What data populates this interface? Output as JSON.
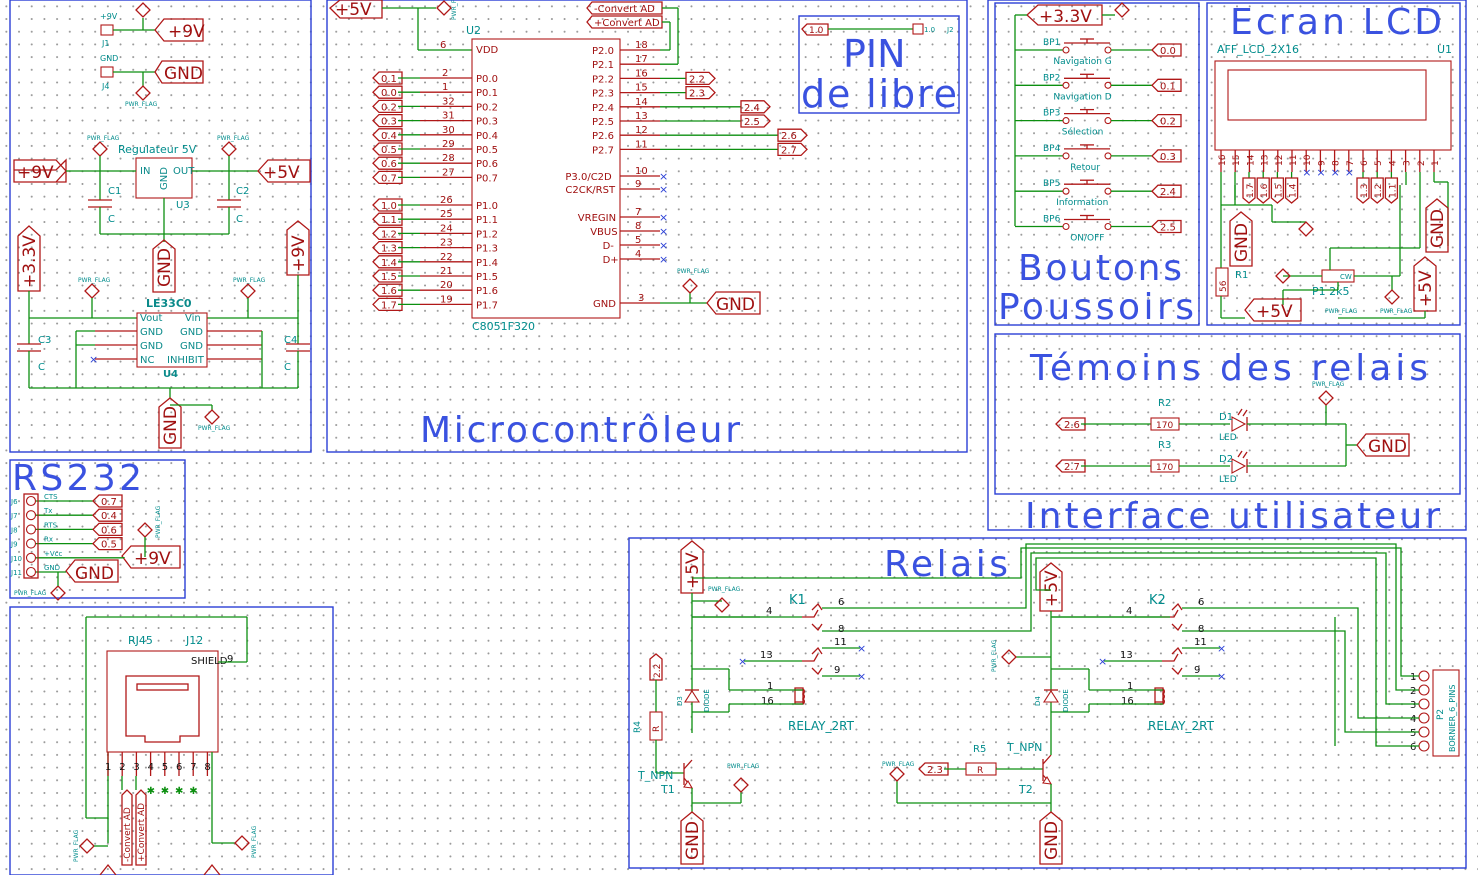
{
  "sections": {
    "alim": {},
    "micro": {
      "title": "Microcontrôleur"
    },
    "pin_libre": {
      "title1": "PIN",
      "title2": "de libre"
    },
    "boutons": {
      "title1": "Boutons",
      "title2": "Poussoirs"
    },
    "lcd": {
      "title": "Ecran LCD"
    },
    "temoins": {
      "title": "Témoins des relais"
    },
    "interface": {
      "title": "Interface utilisateur"
    },
    "rs232": {
      "title": "RS232"
    },
    "relais": {
      "title": "Relais"
    }
  },
  "power": {
    "p9v": "+9V",
    "p5v": "+5V",
    "p3v3": "+3.3V",
    "gnd": "GND",
    "pwr_flag": "PWR_FLAG",
    "j1": "J1",
    "j4": "J4",
    "j1_pin": "+9V",
    "j4_pin": "GND",
    "reg_title": "Regulateur 5V",
    "reg_in": "IN",
    "reg_out": "OUT",
    "reg_gnd": "GND",
    "u3": "U3",
    "c1": "C1",
    "c2": "C2",
    "c3": "C3",
    "c4": "C4",
    "c": "C",
    "le33": "LE33C0",
    "u4": "U4",
    "le_vout": "Vout",
    "le_vin": "Vin",
    "le_gnd": "GND",
    "le_nc": "NC",
    "le_inhibit": "INHIBIT"
  },
  "mcu": {
    "u2": "U2",
    "part": "C8051F320",
    "vdd": "VDD",
    "vdd_num": "6",
    "gnd_pin": "GND",
    "gnd_num": "3",
    "conv_minus": "-Convert AD",
    "conv_plus": "+Convert AD",
    "p0": [
      {
        "net": "0.1",
        "num": "2",
        "name": "P0.0"
      },
      {
        "net": "0.0",
        "num": "1",
        "name": "P0.1"
      },
      {
        "net": "0.2",
        "num": "32",
        "name": "P0.2"
      },
      {
        "net": "0.3",
        "num": "31",
        "name": "P0.3"
      },
      {
        "net": "0.4",
        "num": "30",
        "name": "P0.4"
      },
      {
        "net": "0.5",
        "num": "29",
        "name": "P0.5"
      },
      {
        "net": "0.6",
        "num": "28",
        "name": "P0.6"
      },
      {
        "net": "0.7",
        "num": "27",
        "name": "P0.7"
      }
    ],
    "p1": [
      {
        "net": "1.0",
        "num": "26",
        "name": "P1.0"
      },
      {
        "net": "1.1",
        "num": "25",
        "name": "P1.1"
      },
      {
        "net": "1.2",
        "num": "24",
        "name": "P1.2"
      },
      {
        "net": "1.3",
        "num": "23",
        "name": "P1.3"
      },
      {
        "net": "1.4",
        "num": "22",
        "name": "P1.4"
      },
      {
        "net": "1.5",
        "num": "21",
        "name": "P1.5"
      },
      {
        "net": "1.6",
        "num": "20",
        "name": "P1.6"
      },
      {
        "net": "1.7",
        "num": "19",
        "name": "P1.7"
      }
    ],
    "p2": [
      {
        "name": "P2.0",
        "num": "18",
        "net": ""
      },
      {
        "name": "P2.1",
        "num": "17",
        "net": ""
      },
      {
        "name": "P2.2",
        "num": "16",
        "net": "2.2"
      },
      {
        "name": "P2.3",
        "num": "15",
        "net": "2.3"
      },
      {
        "name": "P2.4",
        "num": "14",
        "net": "2.4"
      },
      {
        "name": "P2.5",
        "num": "13",
        "net": "2.5"
      },
      {
        "name": "P2.6",
        "num": "12",
        "net": "2.6"
      },
      {
        "name": "P2.7",
        "num": "11",
        "net": "2.7"
      }
    ],
    "misc": [
      {
        "name": "P3.0/C2D",
        "num": "10"
      },
      {
        "name": "C2CK/RST",
        "num": "9"
      },
      {
        "name": "VREGIN",
        "num": "7"
      },
      {
        "name": "VBUS",
        "num": "8"
      },
      {
        "name": "D-",
        "num": "5"
      },
      {
        "name": "D+",
        "num": "4"
      }
    ]
  },
  "pinlibre": {
    "net": "1.0",
    "pin": "1.0",
    "ref": "J2"
  },
  "buttons": [
    {
      "ref": "BP1",
      "label": "Navigation G",
      "net": "0.0"
    },
    {
      "ref": "BP2",
      "label": "Navigation D",
      "net": "0.1"
    },
    {
      "ref": "BP3",
      "label": "Sélection",
      "net": "0.2"
    },
    {
      "ref": "BP4",
      "label": "Retour",
      "net": "0.3"
    },
    {
      "ref": "BP5",
      "label": "Information",
      "net": "2.4"
    },
    {
      "ref": "BP6",
      "label": "ON/OFF",
      "net": "2.5"
    }
  ],
  "lcd": {
    "part": "AFF_LCD_2X16",
    "ref": "U1",
    "pins": [
      "16",
      "15",
      "14",
      "13",
      "12",
      "11",
      "10",
      "9",
      "8",
      "7",
      "6",
      "5",
      "4",
      "3",
      "2",
      "1"
    ],
    "nets_left": [
      "1.7",
      "1.6",
      "1.5",
      "1.4"
    ],
    "nets_right": [
      "1.3",
      "1.2",
      "1.1"
    ],
    "r1": "R1",
    "r1_val": "56",
    "p1": "P1 2k5",
    "cw": "CW"
  },
  "temoins": [
    {
      "net": "2.6",
      "r": "R2",
      "rval": "170",
      "d": "D1",
      "dtype": "LED"
    },
    {
      "net": "2.7",
      "r": "R3",
      "rval": "170",
      "d": "D2",
      "dtype": "LED"
    }
  ],
  "rs232": {
    "rows": [
      {
        "j": "J6",
        "sig": "CTS",
        "net": "0.7"
      },
      {
        "j": "J7",
        "sig": "Tx",
        "net": "0.4"
      },
      {
        "j": "J8",
        "sig": "RTS",
        "net": "0.6"
      },
      {
        "j": "J9",
        "sig": "Rx",
        "net": "0.5"
      },
      {
        "j": "J10",
        "sig": "+Vcc",
        "net": ""
      },
      {
        "j": "J11",
        "sig": "GND",
        "net": ""
      }
    ]
  },
  "rj45": {
    "part": "RJ45",
    "ref": "J12",
    "shield": "SHIELD",
    "shield_num": "9",
    "pins": [
      "1",
      "2",
      "3",
      "4",
      "5",
      "6",
      "7",
      "8"
    ],
    "conv_minus": "-Convert AD",
    "conv_plus": "+Convert AD"
  },
  "relais": {
    "k1": "K1",
    "k2": "K2",
    "relay": "RELAY_2RT",
    "pins": {
      "p4": "4",
      "p6": "6",
      "p8": "8",
      "p11": "11",
      "p13": "13",
      "p9": "9",
      "p1": "1",
      "p16": "16"
    },
    "d3": "D3",
    "d4": "D4",
    "diode": "DIODE",
    "r4": "R4",
    "r5": "R5",
    "r": "R",
    "t1": "T1",
    "t2": "T2",
    "tnpn": "T_NPN",
    "net_22": "2.2",
    "net_23": "2.3",
    "p2_ref": "P2",
    "p2_part": "BORNIER_6_PINS",
    "bornier": [
      "1",
      "2",
      "3",
      "4",
      "5",
      "6"
    ]
  }
}
